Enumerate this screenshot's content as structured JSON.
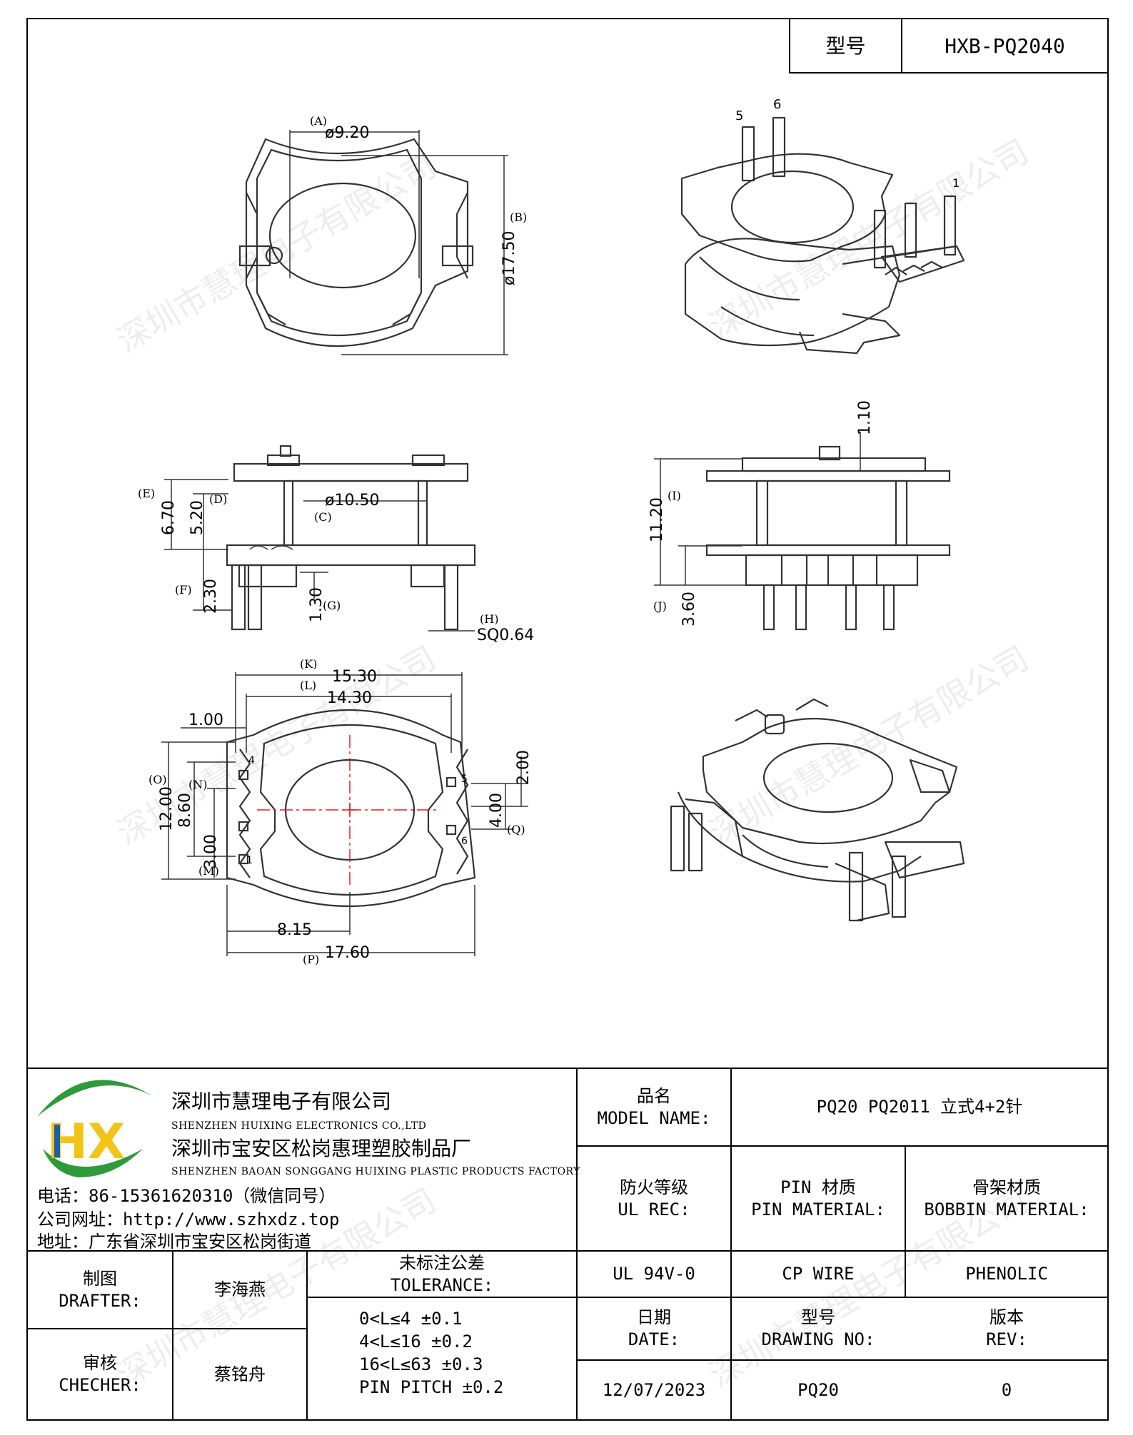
{
  "header": {
    "model_label": "型号",
    "model_value": "HXB-PQ2040"
  },
  "drawing": {
    "top_view": {
      "a_label": "(A)",
      "a_dim": "ø9.20",
      "b_label": "(B)",
      "b_dim": "ø17.50"
    },
    "iso_top": {
      "pin5": "5",
      "pin6": "6",
      "pin1": "1"
    },
    "side_view": {
      "e_label": "(E)",
      "e_dim": "6.70",
      "d_label": "(D)",
      "d_dim": "5.20",
      "c_label": "(C)",
      "c_dim": "ø10.50",
      "f_label": "(F)",
      "f_dim": "2.30",
      "g_dim": "1.30",
      "g_label": "(G)",
      "h_label": "(H)",
      "h_dim": "SQ0.64"
    },
    "front_view": {
      "top_dim": "1.10",
      "i_label": "(I)",
      "i_dim": "11.20",
      "j_label": "(J)",
      "j_dim": "3.60"
    },
    "bottom_view": {
      "k_label": "(K)",
      "k_dim": "15.30",
      "l_label": "(L)",
      "l_dim": "14.30",
      "pin_offset_dim": "1.00",
      "o_label": "(O)",
      "o_dim": "12.00",
      "n_label": "(N)",
      "n_dim": "8.60",
      "m_label": "(M)",
      "m_dim": "3.00",
      "right_top_dim": "2.00",
      "q_dim": "4.00",
      "q_label": "(Q)",
      "center_dim": "8.15",
      "p_label": "(P)",
      "p_dim": "17.60",
      "pins": [
        "4",
        "5",
        "6",
        "1"
      ]
    }
  },
  "company": {
    "logo_letters": "HX",
    "name_zh": "深圳市慧理电子有限公司",
    "name_en": "SHENZHEN HUIXING ELECTRONICS CO.,LTD",
    "factory_zh": "深圳市宝安区松岗惠理塑胶制品厂",
    "factory_en": "SHENZHEN BAOAN SONGGANG HUIXING PLASTIC PRODUCTS FACTORY",
    "phone": "电话：86-15361620310（微信同号）",
    "website": "公司网址：http://www.szhxdz.top",
    "address": "地址：广东省深圳市宝安区松岗街道"
  },
  "title_block": {
    "model_name_label_zh": "品名",
    "model_name_label_en": "MODEL NAME:",
    "model_name_value": "PQ20 PQ2011 立式4+2针",
    "ul_label_zh": "防火等级",
    "ul_label_en": "UL REC:",
    "pin_label_zh": "PIN 材质",
    "pin_label_en": "PIN MATERIAL:",
    "bobbin_label_zh": "骨架材质",
    "bobbin_label_en": "BOBBIN MATERIAL:",
    "ul_value": "UL 94V-0",
    "pin_value": "CP WIRE",
    "bobbin_value": "PHENOLIC",
    "date_label_zh": "日期",
    "date_label_en": "DATE:",
    "drawing_no_label_zh": "型号",
    "drawing_no_label_en": "DRAWING NO:",
    "rev_label_zh": "版本",
    "rev_label_en": "REV:",
    "date_value": "12/07/2023",
    "drawing_no_value": "PQ20",
    "rev_value": "0",
    "drafter_label_zh": "制图",
    "drafter_label_en": "DRAFTER:",
    "drafter_name": "李海燕",
    "checker_label_zh": "审核",
    "checker_label_en": "CHECHER:",
    "checker_name": "蔡铭舟",
    "tolerance_label_zh": "未标注公差",
    "tolerance_label_en": "TOLERANCE:",
    "tolerances": [
      "0<L≤4   ±0.1",
      "4<L≤16  ±0.2",
      "16<L≤63  ±0.3",
      "PIN PITCH ±0.2"
    ]
  },
  "watermark": "深圳市慧理电子有限公司",
  "colors": {
    "logo_green": "#2e9a3a",
    "logo_yellow": "#f2c417",
    "logo_blue": "#1f5fa8",
    "centerline_red": "#e02020"
  }
}
